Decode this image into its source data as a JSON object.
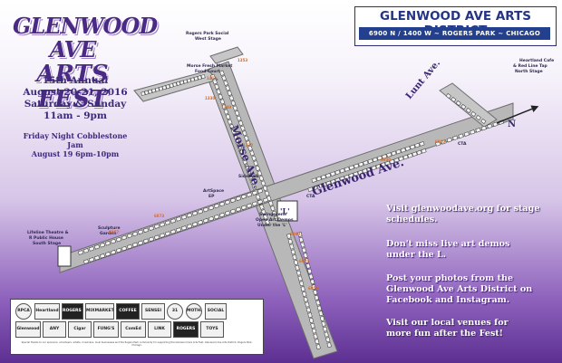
{
  "fest": {
    "title_line1": "GLENWOOD AVE",
    "title_line2": "ARTS FEST",
    "annual": "15th Annual",
    "dates": "August 20-21, 2016",
    "days": "Saturday & Sunday",
    "hours": "11am - 9pm",
    "friday_title": "Friday Night Cobblestone Jam",
    "friday_time": "August 19 6pm-10pm"
  },
  "district": {
    "title": "GLENWOOD AVE ARTS DISTRICT",
    "subtitle": "6900 N / 1400 W ~ ROGERS PARK ~ CHICAGO"
  },
  "streets": {
    "glenwood": "Glenwood Ave.",
    "morse": "Morse Ave.",
    "lunt": "Lunt Ave.",
    "north_arrow": "N"
  },
  "venues": {
    "rogers_park_social_1": "Rogers Park Social",
    "rogers_park_social_2": "West Stage",
    "morse_fresh_1": "Morse Fresh Market",
    "morse_fresh_2": "Food Court",
    "heartland_1": "Heartland Cafe",
    "heartland_2": "& Red Line Tap",
    "heartland_3": "North Stage",
    "artspace_1": "ArtSpace",
    "artspace_2": "EP",
    "swingscene_1": "Swingscene",
    "swingscene_2": "Open Art Demos",
    "swingscene_3": "Under the 'L'",
    "lifeline_1": "Lifeline Theatre &",
    "lifeline_2": "R Public House",
    "lifeline_3": "South Stage",
    "sculpture_1": "Sculpture",
    "sculpture_2": "Garden",
    "cta_1": "CTA",
    "cta_2": "CTA",
    "l_marker": "'L'",
    "sidewalk": "Sidewalk"
  },
  "addresses": [
    "1353",
    "1330",
    "1411",
    "1340",
    "1322",
    "6990",
    "6970",
    "6950",
    "6930",
    "6910",
    "6873",
    "6857"
  ],
  "messages": [
    "Visit glenwoodave.org for stage schedules.",
    "Don't miss live art demos under the L.",
    "Post your photos from the Glenwood Ave Arts District on Facebook and Instagram.",
    "Visit our local venues for more fun after the Fest!"
  ],
  "sponsors": {
    "logos": [
      "RPCA",
      "Heartland",
      "ROGERS PARK",
      "MIXMARKET",
      "COFFEE",
      "SENSEI",
      "31",
      "MOTHER",
      "SOCIAL",
      "Glenwood",
      "ANY",
      "Cigar",
      "FUNG'S",
      "ComEd",
      "LINK",
      "ROGERS",
      "TOYS"
    ],
    "credits": "Special thanks to our sponsors, volunteers, artists, musicians, local businesses and the Rogers Park community for supporting the Glenwood Ave Arts Fest. Glenwood Ave Arts District, Rogers Park, Chicago."
  },
  "colors": {
    "street": "#b8b8b8",
    "street_edge": "#6d6d6d",
    "booth": "#f4f4f4",
    "booth_edge": "#333333",
    "accent_orange": "#e06a1a",
    "title_purple": "#4b2a86",
    "district_blue": "#23408f"
  }
}
